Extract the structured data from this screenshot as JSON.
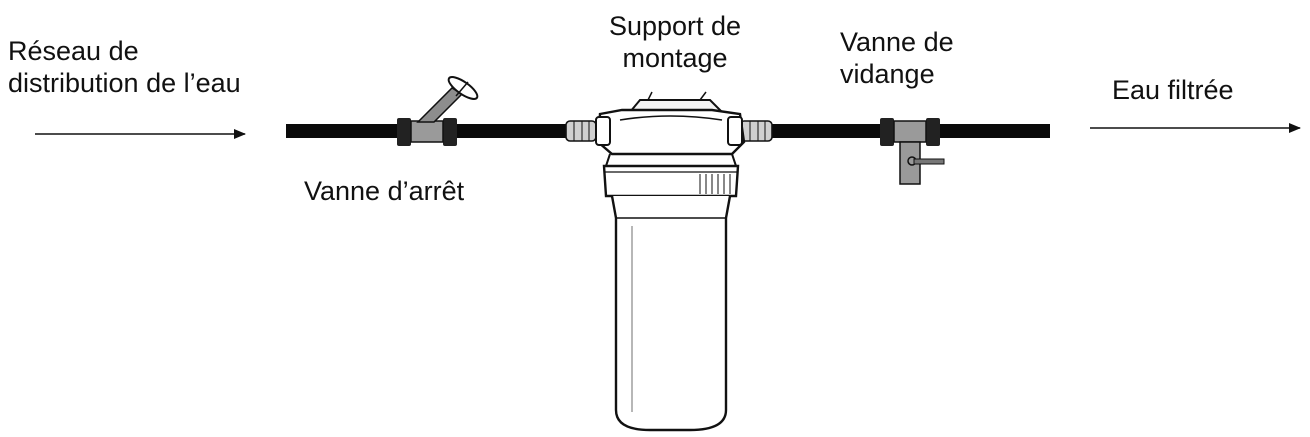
{
  "labels": {
    "network_line1": "Réseau de",
    "network_line2": "distribution de l’eau",
    "shutoff_valve": "Vanne d’arrêt",
    "bracket_line1": "Support de",
    "bracket_line2": "montage",
    "drain_line1": "Vanne de",
    "drain_line2": "vidange",
    "filtered_water": "Eau filtrée"
  },
  "colors": {
    "pipe": "#0a0a0a",
    "valve_body": "#9a9a9a",
    "fitting": "#d0d0d0",
    "housing": "#ffffff",
    "outline": "#111111"
  }
}
